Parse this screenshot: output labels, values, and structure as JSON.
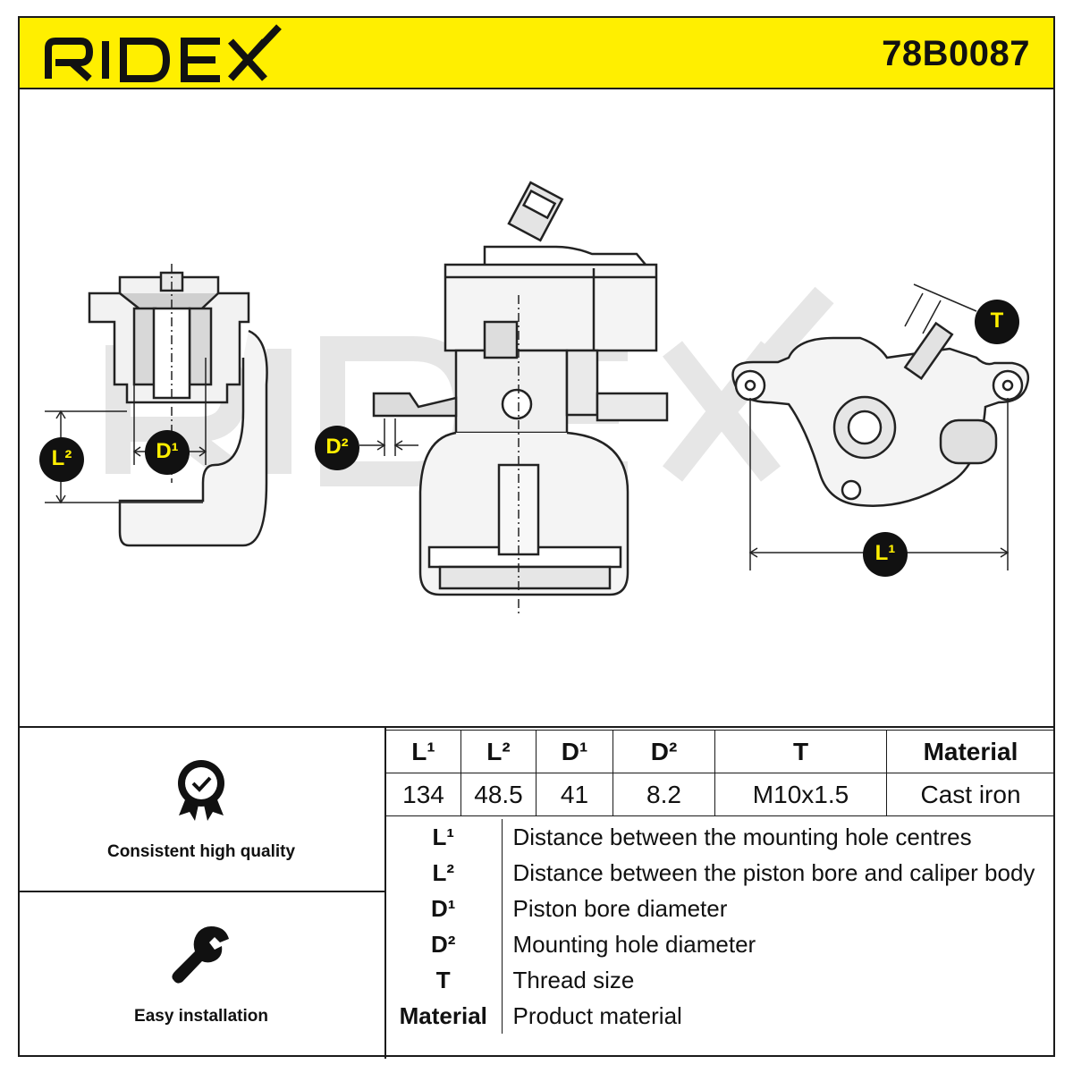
{
  "header": {
    "brand": "RIDEX",
    "part_number": "78B0087",
    "accent_color": "#ffef00"
  },
  "callouts": {
    "l2": "L²",
    "d1": "D¹",
    "d2": "D²",
    "t": "T",
    "l1": "L¹"
  },
  "features": [
    {
      "icon": "quality-badge-icon",
      "label": "Consistent high quality"
    },
    {
      "icon": "wrench-icon",
      "label": "Easy installation"
    }
  ],
  "spec_table": {
    "headers": [
      "L¹",
      "L²",
      "D¹",
      "D²",
      "T",
      "Material"
    ],
    "values": [
      "134",
      "48.5",
      "41",
      "8.2",
      "M10x1.5",
      "Cast iron"
    ]
  },
  "legend": [
    {
      "symbol": "L¹",
      "description": "Distance between the mounting hole centres"
    },
    {
      "symbol": "L²",
      "description": "Distance between the piston bore and caliper body"
    },
    {
      "symbol": "D¹",
      "description": "Piston bore diameter"
    },
    {
      "symbol": "D²",
      "description": "Mounting hole diameter"
    },
    {
      "symbol": "T",
      "description": "Thread size"
    },
    {
      "symbol": "Material",
      "description": "Product material"
    }
  ]
}
